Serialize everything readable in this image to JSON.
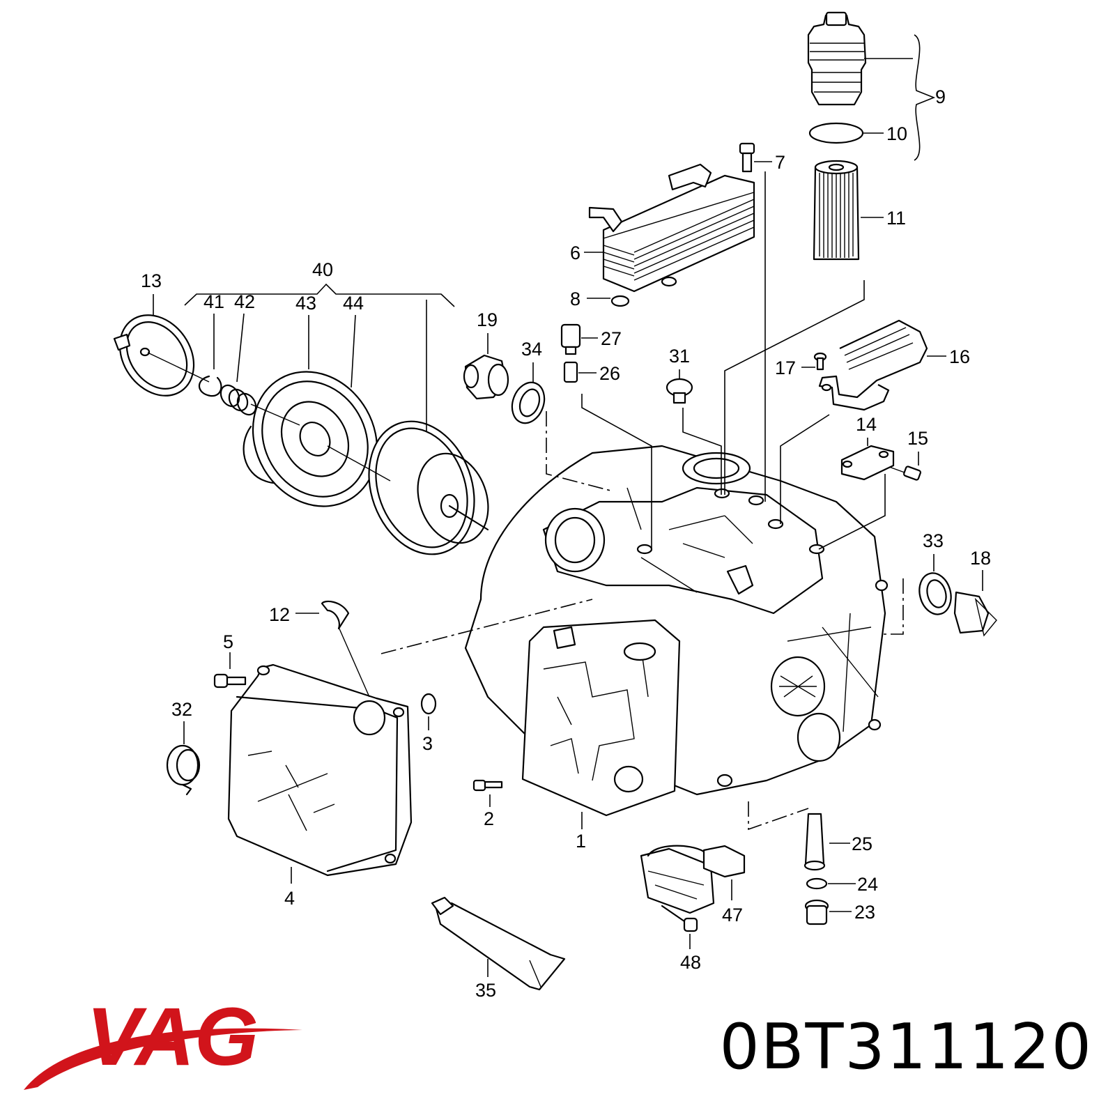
{
  "brand": {
    "name": "VAG",
    "color": "#d1141b"
  },
  "part_number": "0BT311120",
  "callouts": {
    "c1": "1",
    "c2": "2",
    "c3": "3",
    "c4": "4",
    "c5": "5",
    "c6": "6",
    "c7": "7",
    "c8": "8",
    "c9": "9",
    "c10": "10",
    "c11": "11",
    "c12": "12",
    "c13": "13",
    "c14": "14",
    "c15": "15",
    "c16": "16",
    "c17": "17",
    "c18": "18",
    "c19": "19",
    "c23": "23",
    "c24": "24",
    "c25": "25",
    "c26": "26",
    "c27": "27",
    "c31": "31",
    "c32": "32",
    "c33": "33",
    "c34": "34",
    "c35": "35",
    "c40": "40",
    "c41": "41",
    "c42": "42",
    "c43": "43",
    "c44": "44",
    "c47": "47",
    "c48": "48"
  }
}
